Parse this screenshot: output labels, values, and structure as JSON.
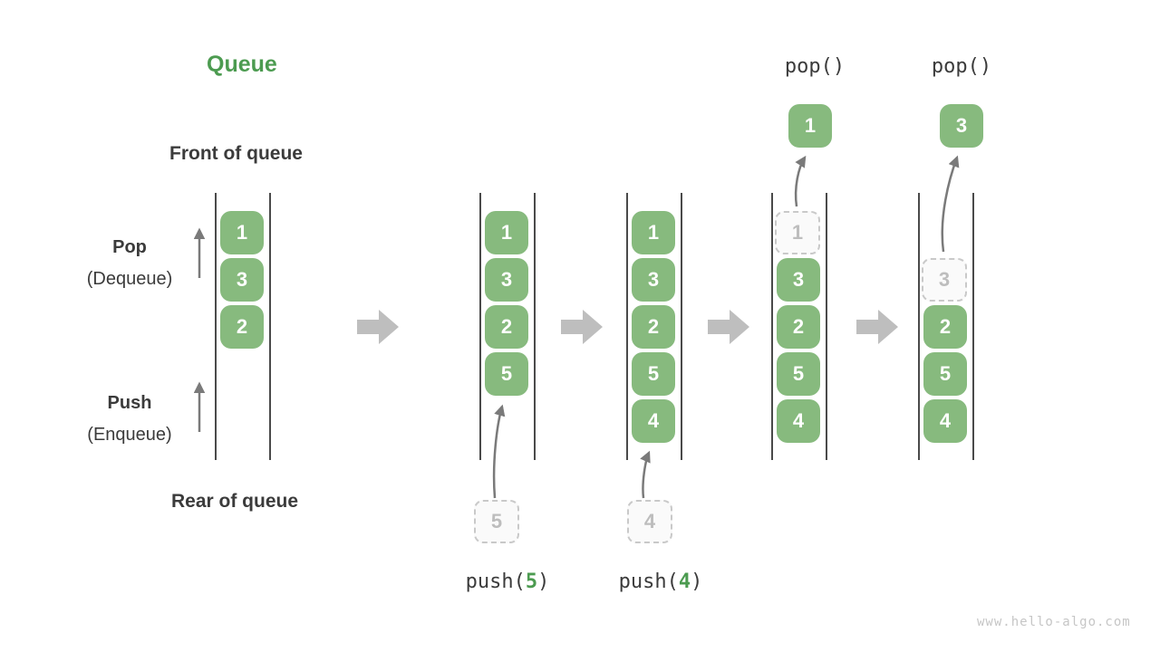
{
  "title": "Queue",
  "watermark": "www.hello-algo.com",
  "side_labels": {
    "front": "Front of queue",
    "rear": "Rear of queue",
    "pop": "Pop",
    "pop_sub": "(Dequeue)",
    "push": "Push",
    "push_sub": "(Enqueue)"
  },
  "colors": {
    "accent_green": "#4C9B50",
    "box_green": "#87BA7E",
    "box_text": "#FFFFFF",
    "text_dark": "#3B3B3B",
    "rail": "#4A4A4A",
    "step_arrow": "#BEBEBE",
    "flow_arrow": "#7A7A7A",
    "dashed_border": "#C9C9C9",
    "dashed_fill": "#FAFAFA",
    "dashed_text": "#BDBDBD",
    "watermark": "#C6C6C6"
  },
  "states": [
    {
      "slots": [
        "1",
        "3",
        "2"
      ]
    },
    {
      "slots": [
        "1",
        "3",
        "2",
        "5"
      ],
      "pending_value": "5",
      "op_prefix": "push(",
      "op_arg": "5",
      "op_suffix": ")"
    },
    {
      "slots": [
        "1",
        "3",
        "2",
        "5",
        "4"
      ],
      "pending_value": "4",
      "op_prefix": "push(",
      "op_arg": "4",
      "op_suffix": ")"
    },
    {
      "removed_value": "1",
      "slots": [
        "3",
        "2",
        "5",
        "4"
      ],
      "popped_value": "1",
      "op_label": "pop()"
    },
    {
      "removed_value": "3",
      "slots": [
        "2",
        "5",
        "4"
      ],
      "popped_value": "3",
      "op_label": "pop()"
    }
  ]
}
